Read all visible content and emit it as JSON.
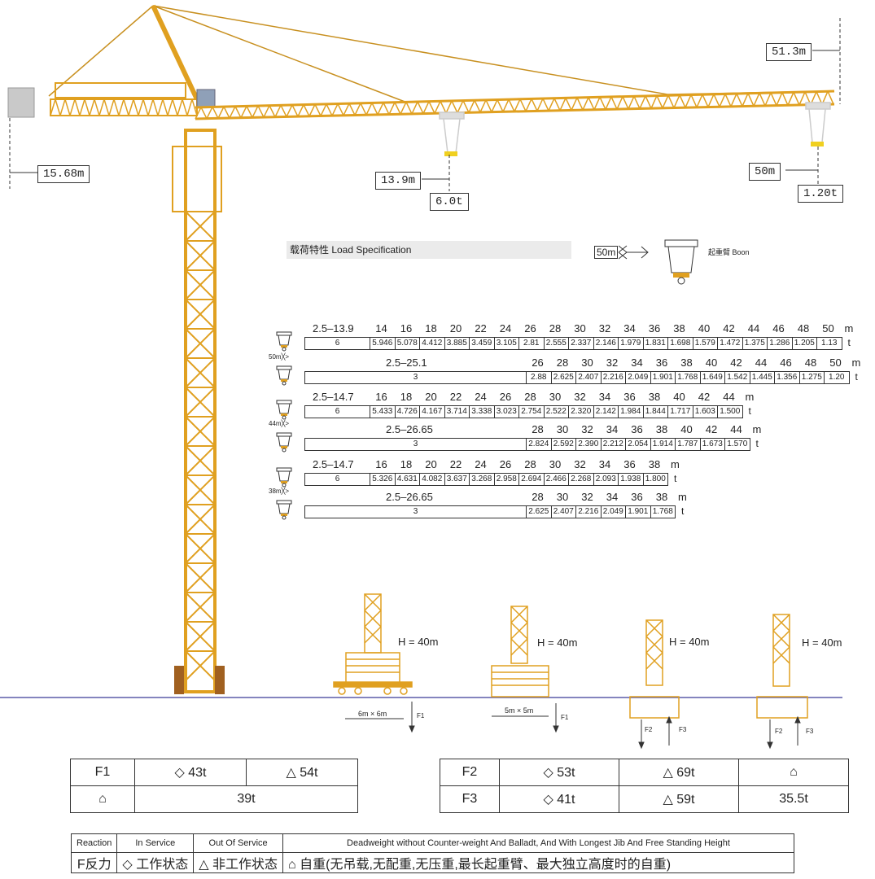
{
  "labels": {
    "height_top": "51.3m",
    "counter_jib": "15.68m",
    "tip_radius": "13.9m",
    "tip_load": "6.0t",
    "end_radius": "50m",
    "end_load": "1.20t"
  },
  "spec": {
    "title": "载荷特性  Load Specification",
    "jib_tag": "50m",
    "boom_label": "起重臂 Boon"
  },
  "load_tables": [
    {
      "jib": "50m",
      "rows": [
        {
          "header": [
            "2.5–13.9",
            "14",
            "16",
            "18",
            "20",
            "22",
            "24",
            "26",
            "28",
            "30",
            "32",
            "34",
            "36",
            "38",
            "40",
            "42",
            "44",
            "46",
            "48",
            "50"
          ],
          "values": [
            "6",
            "5.946",
            "5.078",
            "4.412",
            "3.885",
            "3.459",
            "3.105",
            "2.81",
            "2.555",
            "2.337",
            "2.146",
            "1.979",
            "1.831",
            "1.698",
            "1.579",
            "1.472",
            "1.375",
            "1.286",
            "1.205",
            "1.13"
          ]
        },
        {
          "header": [
            "2.5–25.1",
            "26",
            "28",
            "30",
            "32",
            "34",
            "36",
            "38",
            "40",
            "42",
            "44",
            "46",
            "48",
            "50"
          ],
          "values": [
            "3",
            "2.88",
            "2.625",
            "2.407",
            "2.216",
            "2.049",
            "1.901",
            "1.768",
            "1.649",
            "1.542",
            "1.445",
            "1.356",
            "1.275",
            "1.20"
          ]
        }
      ]
    },
    {
      "jib": "44m",
      "rows": [
        {
          "header": [
            "2.5–14.7",
            "16",
            "18",
            "20",
            "22",
            "24",
            "26",
            "28",
            "30",
            "32",
            "34",
            "36",
            "38",
            "40",
            "42",
            "44"
          ],
          "values": [
            "6",
            "5.433",
            "4.726",
            "4.167",
            "3.714",
            "3.338",
            "3.023",
            "2.754",
            "2.522",
            "2.320",
            "2.142",
            "1.984",
            "1.844",
            "1.717",
            "1.603",
            "1.500"
          ]
        },
        {
          "header": [
            "2.5–26.65",
            "28",
            "30",
            "32",
            "34",
            "36",
            "38",
            "40",
            "42",
            "44"
          ],
          "values": [
            "3",
            "2.824",
            "2.592",
            "2.390",
            "2.212",
            "2.054",
            "1.914",
            "1.787",
            "1.673",
            "1.570"
          ]
        }
      ]
    },
    {
      "jib": "38m",
      "rows": [
        {
          "header": [
            "2.5–14.7",
            "16",
            "18",
            "20",
            "22",
            "24",
            "26",
            "28",
            "30",
            "32",
            "34",
            "36",
            "38"
          ],
          "values": [
            "6",
            "5.326",
            "4.631",
            "4.082",
            "3.637",
            "3.268",
            "2.958",
            "2.694",
            "2.466",
            "2.268",
            "2.093",
            "1.938",
            "1.800"
          ]
        },
        {
          "header": [
            "2.5–26.65",
            "28",
            "30",
            "32",
            "34",
            "36",
            "38"
          ],
          "values": [
            "3",
            "2.625",
            "2.407",
            "2.216",
            "2.049",
            "1.901",
            "1.768"
          ]
        }
      ]
    }
  ],
  "units": {
    "m": "m",
    "t": "t"
  },
  "foundations": {
    "heights": [
      "H = 40m",
      "H = 40m",
      "H = 40m",
      "H = 40m"
    ],
    "dims": [
      "6m × 6m",
      "5m × 5m"
    ],
    "f1": "F1",
    "f2": "F2",
    "f3": "F3"
  },
  "force_table_1": {
    "label": "F1",
    "in_service": "43t",
    "out_service": "54t",
    "deadweight": "39t"
  },
  "force_table_2": {
    "f2": {
      "label": "F2",
      "in_service": "53t",
      "out_service": "69t"
    },
    "f3": {
      "label": "F3",
      "in_service": "41t",
      "out_service": "59t"
    },
    "deadweight": "35.5t"
  },
  "legend": {
    "reaction_en": "Reaction",
    "reaction_cn": "F反力",
    "in_service_en": "In Service",
    "in_service_cn": "工作状态",
    "out_service_en": "Out Of Service",
    "out_service_cn": "非工作状态",
    "deadweight_en": "Deadweight without Counter-weight And Balladt, And With Longest Jib And Free Standing Height",
    "deadweight_cn": "自重(无吊载,无配重,无压重,最长起重臂、最大独立高度时的自重)"
  },
  "colors": {
    "steel": "#e0a020",
    "steel_dark": "#b87a10",
    "ground": "#5b5ba8"
  }
}
